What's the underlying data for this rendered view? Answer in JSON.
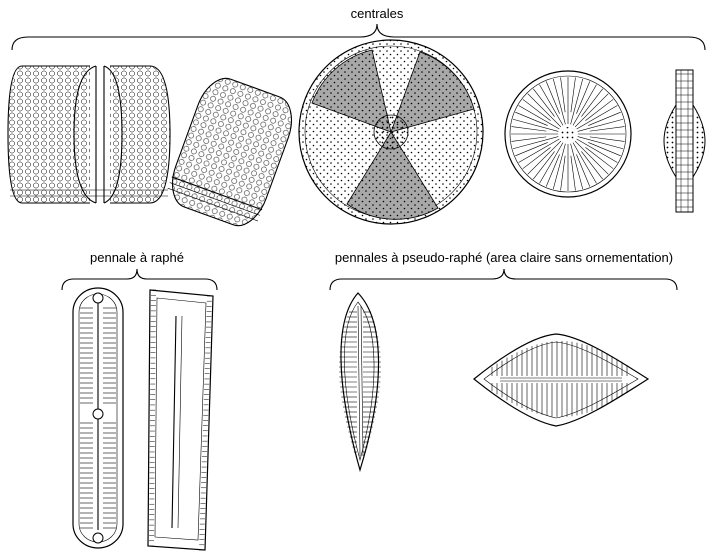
{
  "labels": {
    "centrales": "centrales",
    "pennale_raphe": "pennale à raphé",
    "pennales_pseudo": "pennales à pseudo-raphé (area claire sans ornementation)"
  },
  "colors": {
    "line": "#000000",
    "shade": "#a8a8a8",
    "background": "#ffffff"
  }
}
